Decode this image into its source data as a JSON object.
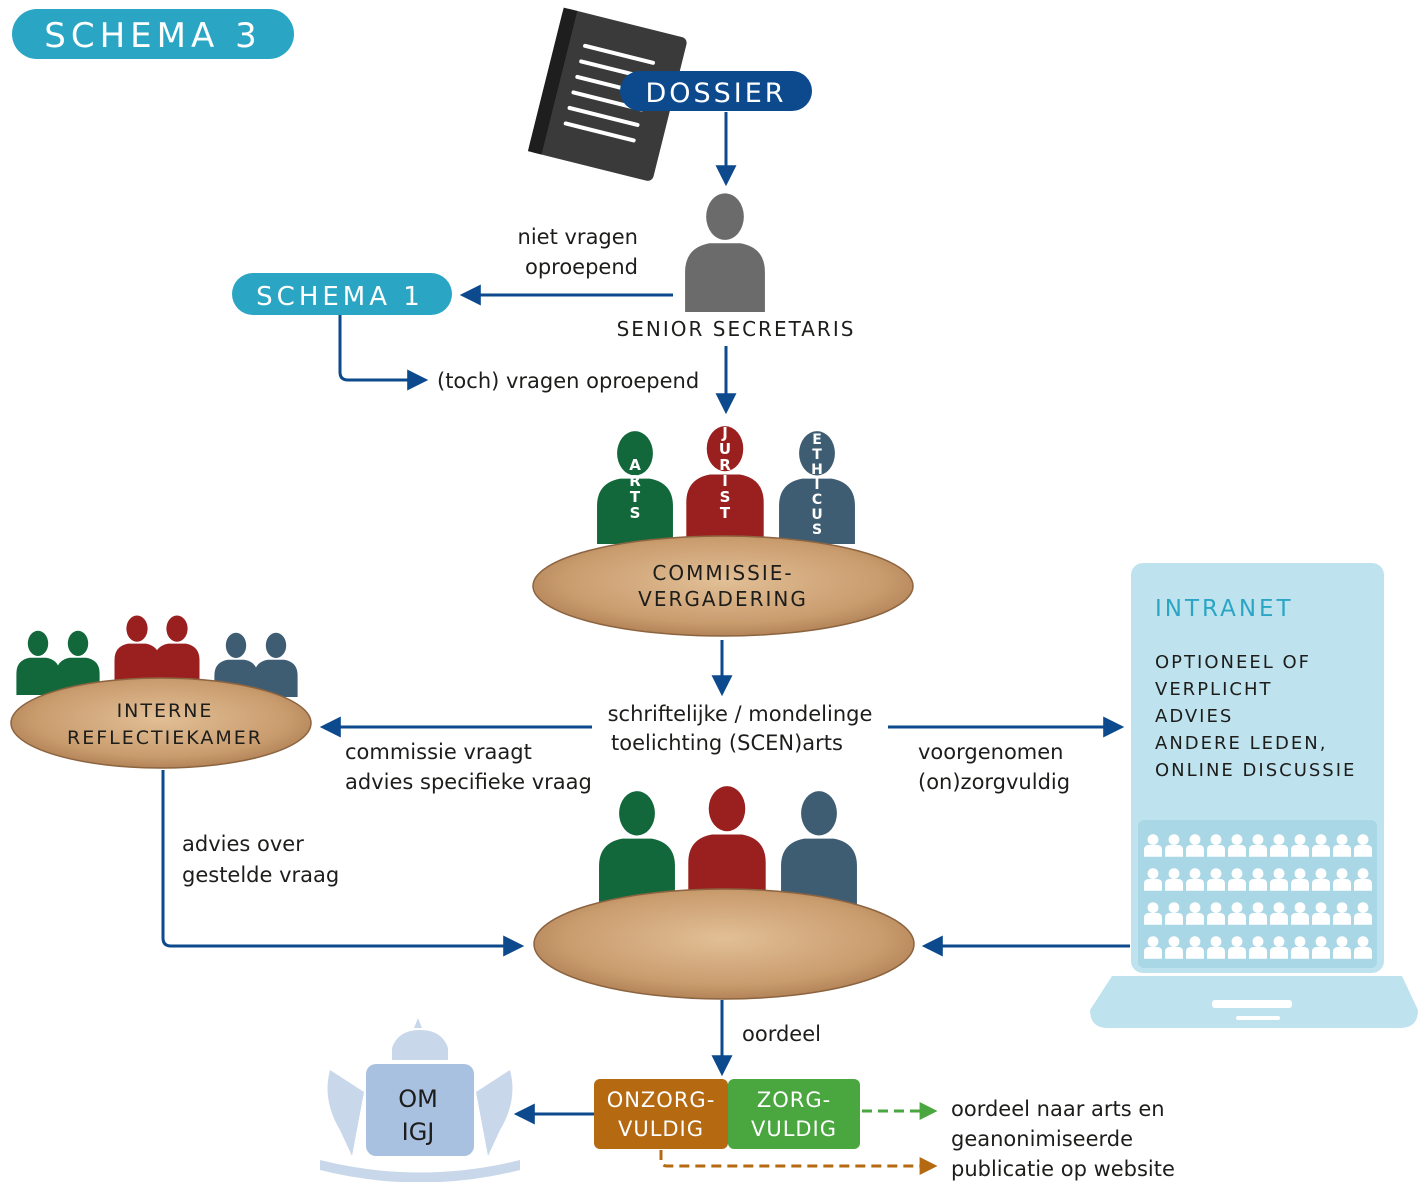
{
  "title": "SCHEMA 3",
  "dossier": "DOSSIER",
  "senior_secretaris": "SENIOR SECRETARIS",
  "schema1": "SCHEMA 1",
  "niet_vragen_1": "niet vragen",
  "niet_vragen_2": "oproepend",
  "toch_vragen": "(toch) vragen oproepend",
  "arts_letters": [
    "A",
    "R",
    "T",
    "S"
  ],
  "jurist_letters": [
    "J",
    "U",
    "R",
    "I",
    "S",
    "T"
  ],
  "ethicus_letters": [
    "E",
    "T",
    "H",
    "I",
    "C",
    "U",
    "S"
  ],
  "commissie_1": "COMMISSIE-",
  "commissie_2": "VERGADERING",
  "reflectie_1": "INTERNE",
  "reflectie_2": "REFLECTIEKAMER",
  "toelichting_1": "schriftelijke / mondelinge",
  "toelichting_2": "toelichting  (SCEN)arts",
  "commissie_vraagt_1": "commissie vraagt",
  "commissie_vraagt_2": "advies specifieke vraag",
  "voorgenomen_1": "voorgenomen",
  "voorgenomen_2": "(on)zorgvuldig",
  "advies_over_1": "advies over",
  "advies_over_2": "gestelde vraag",
  "intranet_title": "INTRANET",
  "intranet_lines": [
    "OPTIONEEL OF",
    "VERPLICHT",
    "ADVIES",
    "ANDERE LEDEN,",
    "ONLINE DISCUSSIE"
  ],
  "oordeel": "oordeel",
  "onzorg_1": "ONZORG-",
  "onzorg_2": "VULDIG",
  "zorg_1": "ZORG-",
  "zorg_2": "VULDIG",
  "om": "OM",
  "igj": "IGJ",
  "oordeel_naar_1": "oordeel naar arts en",
  "oordeel_naar_2": "geanonimiseerde",
  "oordeel_naar_3": "publicatie op website",
  "colors": {
    "teal": "#2aa6c4",
    "navy": "#0c4a8d",
    "green": "#12683a",
    "red": "#9a1f1f",
    "slate": "#3e5d73",
    "grey": "#6b6b6b",
    "table": "#caa27a",
    "intranet": "#bfe3ee",
    "orange": "#b56a12",
    "lightgreen": "#4aa63e"
  }
}
